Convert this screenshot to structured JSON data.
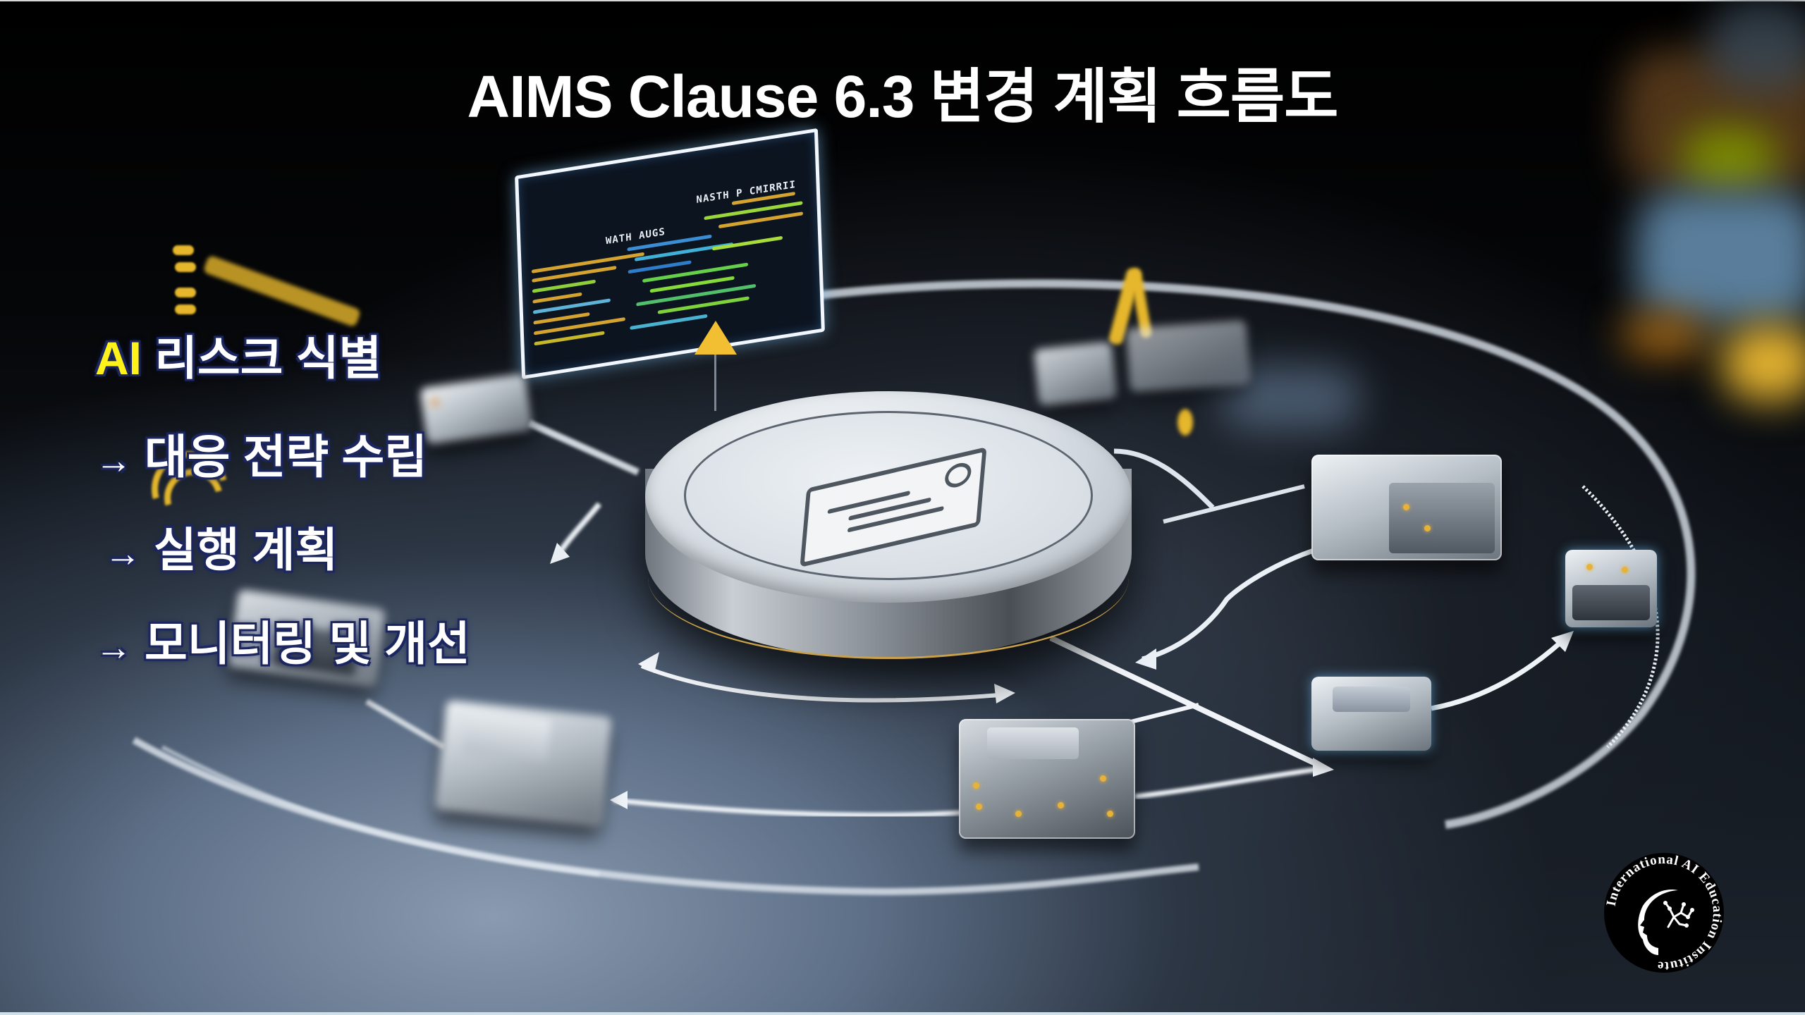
{
  "slide": {
    "title": "AIMS Clause 6.3 변경 계획 흐름도",
    "flow": [
      {
        "prefix": "",
        "accent": "AI",
        "text": " 리스크 식별"
      },
      {
        "prefix": "→",
        "accent": "",
        "text": "대응 전략 수립"
      },
      {
        "prefix": "→",
        "accent": "",
        "text": "실행 계획"
      },
      {
        "prefix": "→",
        "accent": "",
        "text": "모니터링 및 개선"
      }
    ],
    "center_icon": "document-certificate-icon",
    "panel_headers": [
      "WATH AUGS",
      "NASTH P CMIRRII"
    ],
    "logo": {
      "text": "International AI Education Institute",
      "icon": "head-with-neural-tree-icon"
    }
  },
  "colors": {
    "background": "#000000",
    "title": "#ffffff",
    "accent_yellow": "#fff21a",
    "text_outline": "#1d2760",
    "warning": "#f2bf33",
    "platform_silver": "#d8dee4",
    "gold_ring": "#c9a14a"
  }
}
